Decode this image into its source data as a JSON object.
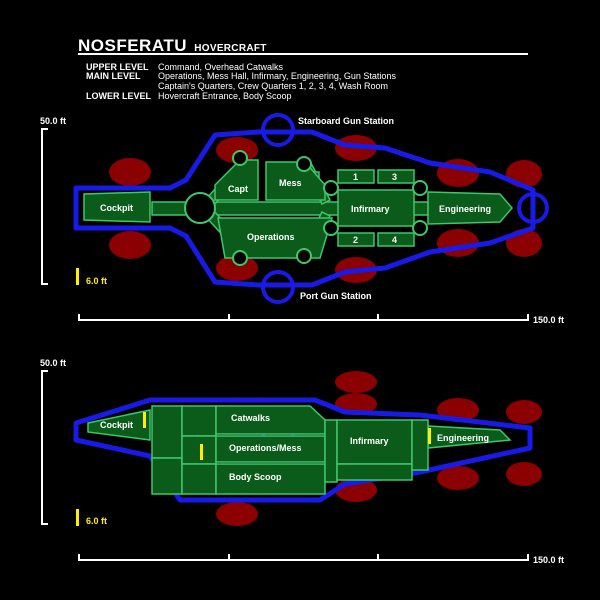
{
  "title": {
    "name": "NOSFERATU",
    "subtitle": "HOVERCRAFT"
  },
  "levels": [
    {
      "name": "UPPER LEVEL",
      "desc": "Command, Overhead Catwalks"
    },
    {
      "name": "MAIN LEVEL",
      "desc": "Operations, Mess Hall, Infirmary, Engineering, Gun Stations"
    },
    {
      "name": "",
      "desc": "Captain's Quarters, Crew Quarters 1, 2, 3, 4, Wash Room"
    },
    {
      "name": "LOWER LEVEL",
      "desc": "Hovercraft Entrance, Body Scoop"
    }
  ],
  "top_view": {
    "height_label": "50.0 ft",
    "scale_label": "6.0 ft",
    "length_label": "150.0 ft",
    "starboard_label": "Starboard Gun Station",
    "port_label": "Port Gun Station",
    "rooms": {
      "cockpit": "Cockpit",
      "capt": "Capt",
      "mess": "Mess",
      "operations": "Operations",
      "infirmary": "Infirmary",
      "engineering": "Engineering",
      "q1": "1",
      "q2": "2",
      "q3": "3",
      "q4": "4"
    }
  },
  "side_view": {
    "height_label": "50.0 ft",
    "scale_label": "6.0 ft",
    "length_label": "150.0 ft",
    "rooms": {
      "cockpit": "Cockpit",
      "catwalks": "Catwalks",
      "operations_mess": "Operations/Mess",
      "body_scoop": "Body Scoop",
      "infirmary": "Infirmary",
      "engineering": "Engineering"
    }
  },
  "colors": {
    "background": "#000000",
    "hull": "#1a1ae6",
    "room_fill": "#0b5c1a",
    "room_edge": "#3ec66a",
    "hover_pad": "#8b0000",
    "scale_bar": "#ffee00"
  }
}
